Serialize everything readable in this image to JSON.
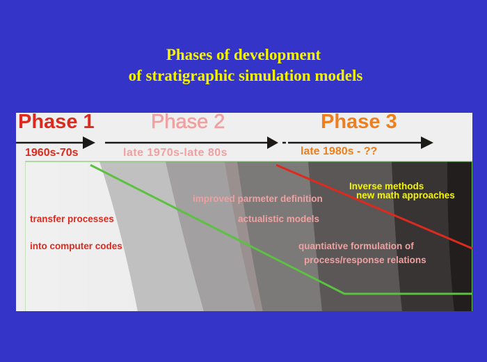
{
  "title": {
    "line1": "Phases of development",
    "line2": "of stratigraphic simulation models"
  },
  "phases": [
    {
      "name": "Phase 1",
      "period": "1960s-70s",
      "color": "#dd2a1e"
    },
    {
      "name": "Phase 2",
      "period": "late 1970s-late 80s",
      "color": "#f0a0a0"
    },
    {
      "name": "Phase 3",
      "period": "late 1980s - ??",
      "color": "#ee7f1c"
    }
  ],
  "labels": {
    "phase1_line1": "transfer processes",
    "phase1_line2": "into computer codes",
    "phase2_line1": "improved parmeter definition",
    "phase2_line2": "actualistic models",
    "phase2_line3": "quantiative formulation of",
    "phase2_line4": "process/response relations",
    "phase3_line1": "Inverse methods",
    "phase3_line2": "new math approaches"
  },
  "colors": {
    "background": "#3434c8",
    "title": "#f5f500",
    "green_trend": "#5cc040",
    "red_trend": "#dd2a1e",
    "phase3_text": "#f5f500"
  }
}
